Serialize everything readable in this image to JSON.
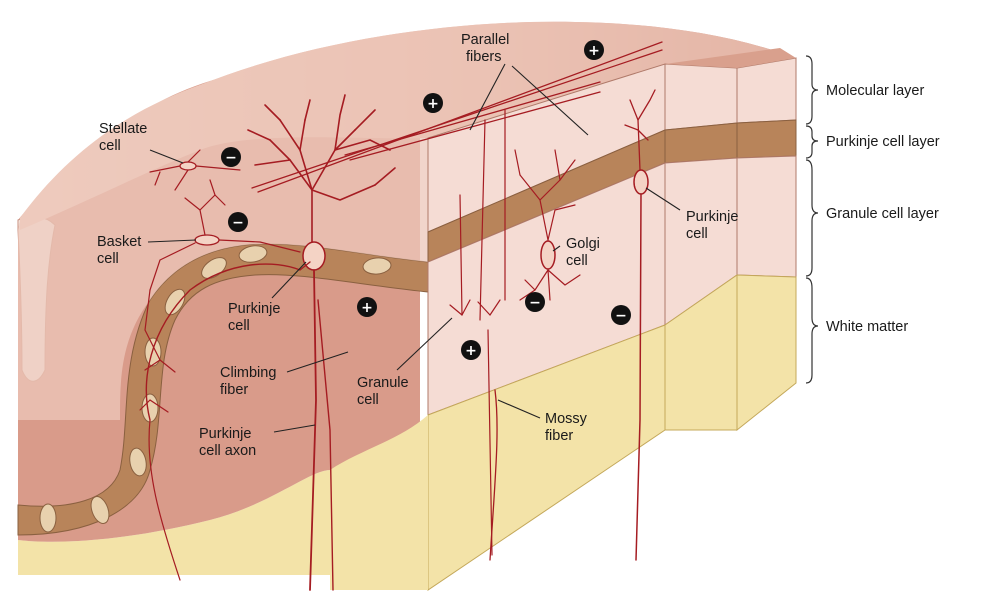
{
  "figure": {
    "signs": {
      "plus": "+",
      "minus": "−"
    },
    "labels": {
      "parallel_fibers_1": "Parallel",
      "parallel_fibers_2": "fibers",
      "stellate_1": "Stellate",
      "stellate_2": "cell",
      "basket_1": "Basket",
      "basket_2": "cell",
      "purkinje_left_1": "Purkinje",
      "purkinje_left_2": "cell",
      "climbing_1": "Climbing",
      "climbing_2": "fiber",
      "purkinje_axon_1": "Purkinje",
      "purkinje_axon_2": "cell axon",
      "granule_1": "Granule",
      "granule_2": "cell",
      "golgi_1": "Golgi",
      "golgi_2": "cell",
      "purkinje_right_1": "Purkinje",
      "purkinje_right_2": "cell",
      "mossy_1": "Mossy",
      "mossy_2": "fiber"
    },
    "layers": {
      "molecular": "Molecular layer",
      "purkinje": "Purkinje cell layer",
      "granule": "Granule cell layer",
      "white_matter": "White matter"
    },
    "colors": {
      "molecular_fill": "#ecc7b9",
      "molecular_top": "#d9a08d",
      "granule_fill": "#d99b8a",
      "front_face": "#f5dcd4",
      "purkinje_band": "#b8845a",
      "white_matter": "#f3e3a8",
      "neuron": "#a51c22"
    }
  }
}
